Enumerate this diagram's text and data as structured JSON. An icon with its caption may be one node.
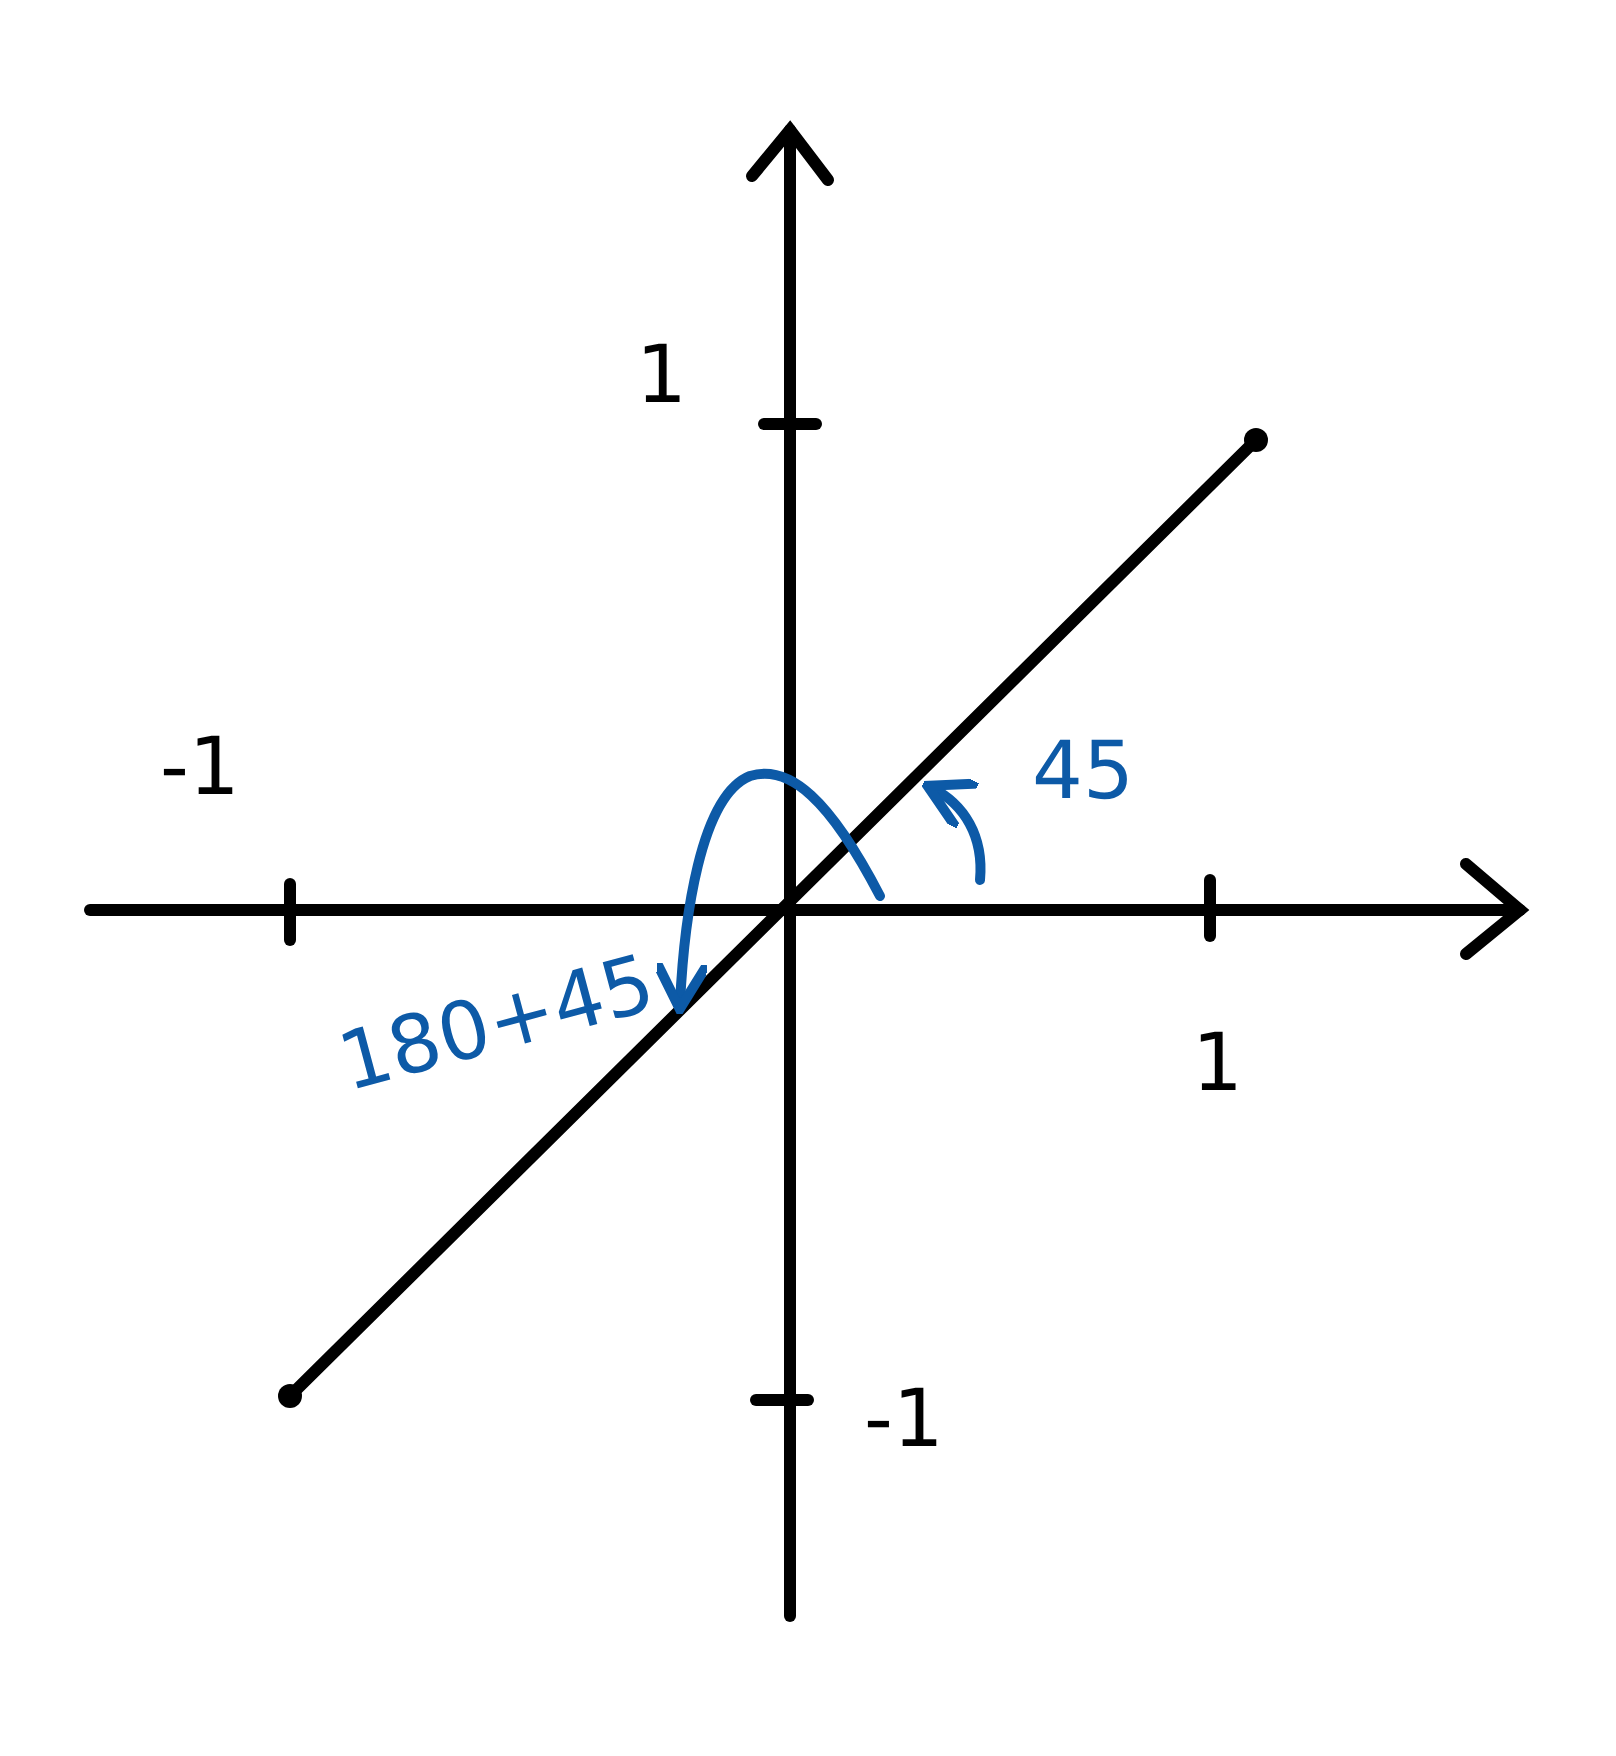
{
  "diagram": {
    "labels": [
      "1",
      "-1",
      "45",
      "180+45",
      "1",
      "-1"
    ]
  }
}
